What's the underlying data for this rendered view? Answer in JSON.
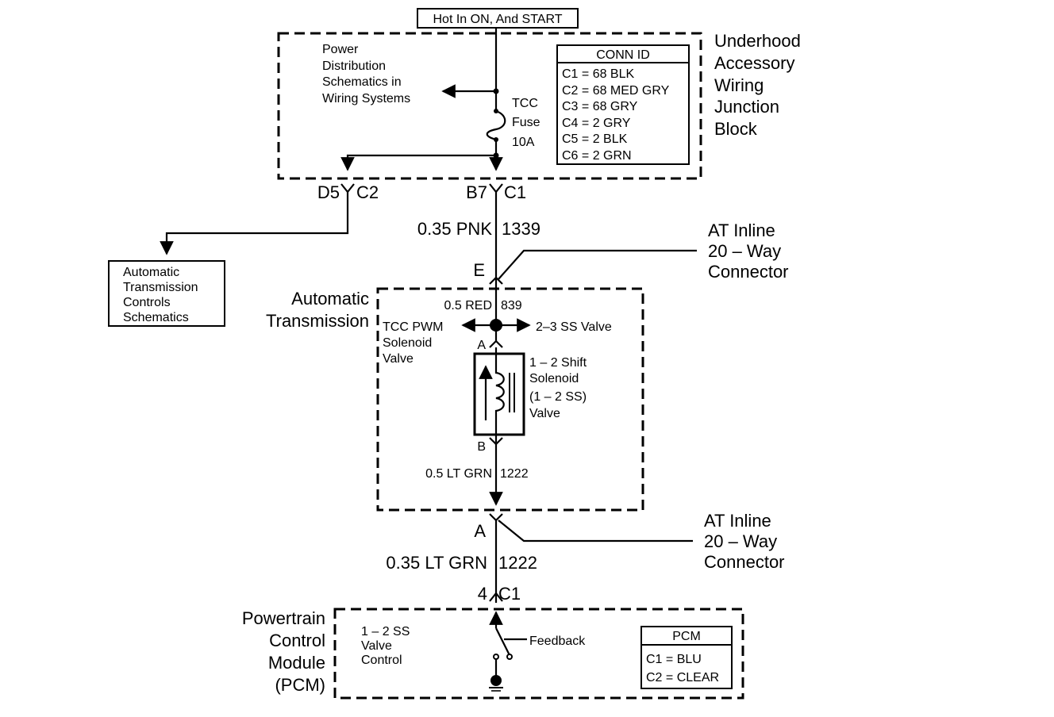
{
  "hot_label": "Hot In ON, And START",
  "junction_block": {
    "name_lines": [
      "Underhood",
      "Accessory",
      "Wiring",
      "Junction",
      "Block"
    ],
    "power_dist_lines": [
      "Power",
      "Distribution",
      "Schematics in",
      "Wiring Systems"
    ],
    "fuse_lines": [
      "TCC",
      "Fuse",
      "10A"
    ],
    "conn_table": {
      "header": "CONN ID",
      "rows": [
        "C1 = 68 BLK",
        "C2 = 68 MED GRY",
        "C3 = 68 GRY",
        "C4 = 2 GRY",
        "C5 = 2 BLK",
        "C6 = 2 GRN"
      ]
    }
  },
  "connectors": {
    "d5": "D5",
    "c2": "C2",
    "b7": "B7",
    "c1_top": "C1",
    "e": "E",
    "a_inline": "A",
    "pin4": "4",
    "c1_pcm": "C1",
    "a_sol": "A",
    "b_sol": "B"
  },
  "wires": {
    "pnk_gauge": "0.35 PNK",
    "pnk_circuit": "1339",
    "red_gauge": "0.5 RED",
    "red_circuit": "839",
    "ltgrn_inner_gauge": "0.5 LT GRN",
    "ltgrn_inner_circuit": "1222",
    "ltgrn_outer_gauge": "0.35 LT GRN",
    "ltgrn_outer_circuit": "1222"
  },
  "ats_box_lines": [
    "Automatic",
    "Transmission",
    "Controls",
    "Schematics"
  ],
  "inline_connector_top_lines": [
    "AT Inline",
    "20 – Way",
    "Connector"
  ],
  "inline_connector_bottom_lines": [
    "AT Inline",
    "20 – Way",
    "Connector"
  ],
  "transmission": {
    "name_lines": [
      "Automatic",
      "Transmission"
    ],
    "tcc_pwm_lines": [
      "TCC PWM",
      "Solenoid",
      "Valve"
    ],
    "ss23": "2–3 SS Valve",
    "solenoid_lines": [
      "1 – 2 Shift",
      "Solenoid",
      "(1 – 2 SS)",
      "Valve"
    ]
  },
  "pcm": {
    "name_lines": [
      "Powertrain",
      "Control",
      "Module",
      "(PCM)"
    ],
    "control_lines": [
      "1 – 2 SS",
      "Valve",
      "Control"
    ],
    "feedback": "Feedback",
    "table": {
      "header": "PCM",
      "rows": [
        "C1 = BLU",
        "C2 = CLEAR"
      ]
    }
  }
}
